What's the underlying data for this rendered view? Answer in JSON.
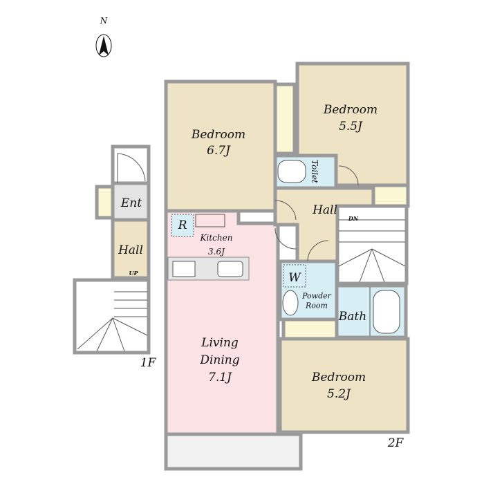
{
  "compass": {
    "label": "N"
  },
  "floors": {
    "first": "1F",
    "second": "2F"
  },
  "rooms": {
    "ent": "Ent",
    "hall_1f": "Hall",
    "up": "UP",
    "bedroom1": {
      "name": "Bedroom",
      "size": "6.7J"
    },
    "bedroom2": {
      "name": "Bedroom",
      "size": "5.5J"
    },
    "bedroom3": {
      "name": "Bedroom",
      "size": "5.2J"
    },
    "toilet": "Toilet",
    "hall_2f": "Hall",
    "dn": "DN",
    "refrigerator": "R",
    "kitchen": {
      "name": "Kitchen",
      "size": "3.6J"
    },
    "living": {
      "name1": "Living",
      "name2": "Dining",
      "size": "7.1J"
    },
    "washer": "W",
    "powder": {
      "line1": "Powder",
      "line2": "Room"
    },
    "bath": "Bath"
  },
  "colors": {
    "beige": "#efe3c6",
    "pink": "#fbe2e5",
    "blue": "#d8eef5",
    "closet": "#fbf6d3",
    "wall": "#9a9a9a",
    "ent": "#e4e4e4"
  }
}
